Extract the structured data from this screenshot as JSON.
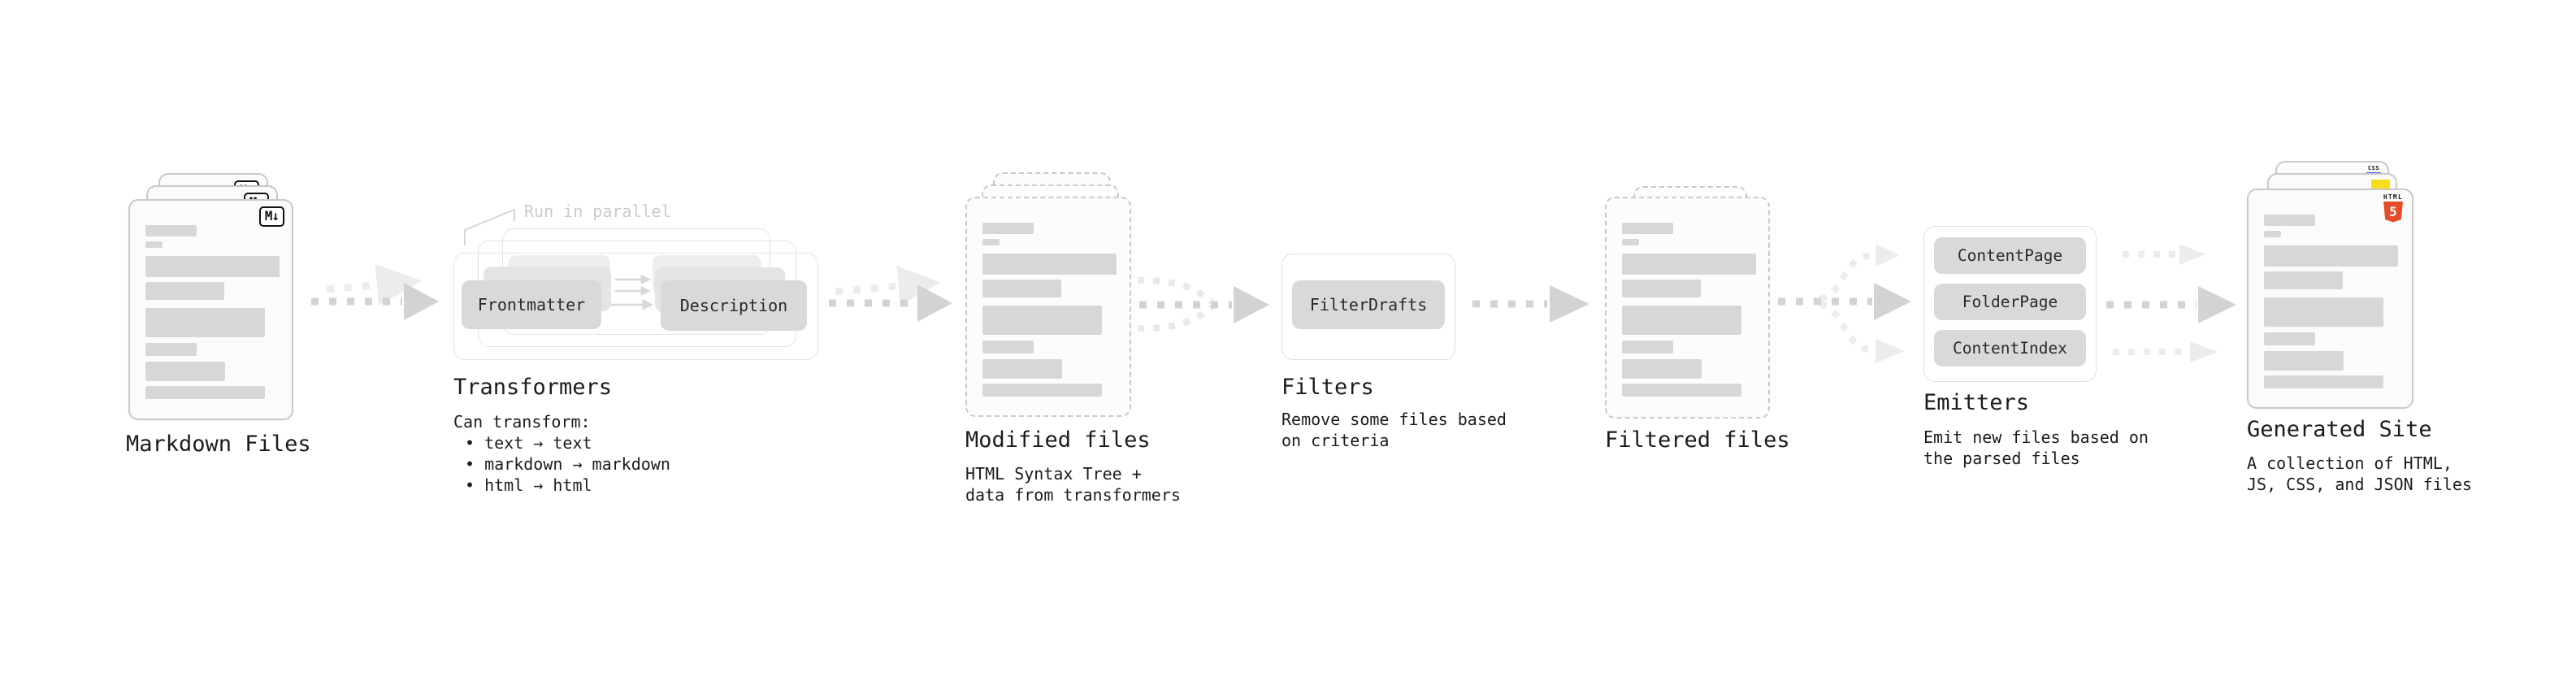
{
  "markdown": {
    "title": "Markdown Files",
    "badge": "M↓"
  },
  "transformers": {
    "title": "Transformers",
    "note": "Run in parallel",
    "frontmatter_label": "Frontmatter",
    "description_label": "Description",
    "desc_heading": "Can transform:",
    "bullets": [
      "• text → text",
      "• markdown → markdown",
      "• html → html"
    ]
  },
  "modified": {
    "title": "Modified files",
    "desc_line1": "HTML Syntax Tree +",
    "desc_line2": "data from transformers"
  },
  "filters": {
    "title": "Filters",
    "box_label": "FilterDrafts",
    "desc_line1": "Remove some files based",
    "desc_line2": "on criteria"
  },
  "filtered": {
    "title": "Filtered files"
  },
  "emitters": {
    "title": "Emitters",
    "box1_label": "ContentPage",
    "box2_label": "FolderPage",
    "box3_label": "ContentIndex",
    "desc_line1": "Emit new files based on",
    "desc_line2": "the parsed files"
  },
  "generated": {
    "title": "Generated Site",
    "desc_line1": "A collection of HTML,",
    "desc_line2": "JS, CSS, and JSON files",
    "css_badge_label": "CSS",
    "html_badge_label": "HTML",
    "html_badge_number": "5"
  },
  "colors": {
    "html5_orange": "#e44d26",
    "js_yellow": "#f7df1e",
    "css_blue": "#2965f1"
  }
}
